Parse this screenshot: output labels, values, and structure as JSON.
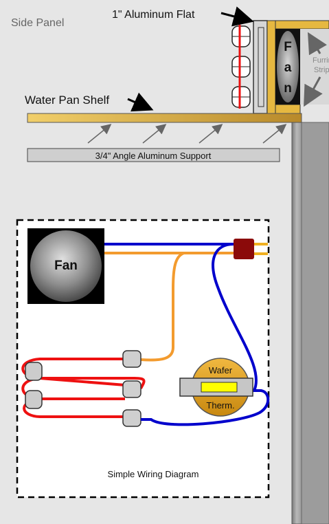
{
  "side_panel": {
    "title": "Side Panel"
  },
  "labels": {
    "aluminum_flat": "1\" Aluminum Flat",
    "water_pan_shelf": "Water Pan Shelf",
    "angle_support": "3/4\" Angle Aluminum Support",
    "furring_strips_line1": "Furring",
    "furring_strips_line2": "Strips",
    "fan_top_letters": [
      "F",
      "a",
      "n"
    ]
  },
  "wiring": {
    "fan_label": "Fan",
    "thermostat_line1": "Wafer",
    "thermostat_line2": "Therm.",
    "caption": "Simple Wiring Diagram"
  },
  "colors": {
    "background": "#e6e6e6",
    "wire_blue": "#0000cc",
    "wire_orange": "#f39b2e",
    "wire_red": "#ee1111",
    "thermostat": "#e0a020",
    "wafer": "#ffff00",
    "connector": "#8b0a0a",
    "shelf": "#e8c050"
  },
  "icons": {
    "fan": "fan-icon",
    "thermostat": "wafer-thermostat-icon",
    "heater_coils": "heater-coil-icon",
    "connector_plug": "connector-plug-icon"
  }
}
